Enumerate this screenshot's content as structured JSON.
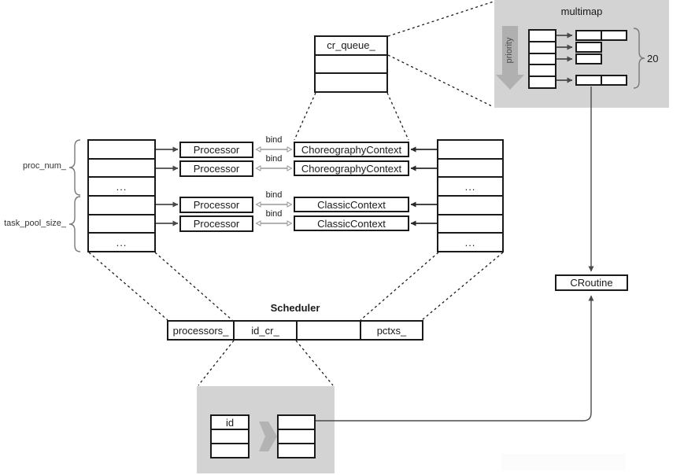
{
  "multimap": {
    "title": "multimap",
    "priority_label": "priority",
    "count_label": "20"
  },
  "cr_queue": {
    "label": "cr_queue_"
  },
  "left_table": {
    "rows": [
      "",
      "",
      "...",
      "",
      "",
      "..."
    ]
  },
  "right_table": {
    "rows": [
      "",
      "",
      "...",
      "",
      "",
      "..."
    ]
  },
  "labels": {
    "proc_num": "proc_num_",
    "task_pool_size": "task_pool_size_"
  },
  "processors": [
    "Processor",
    "Processor",
    "Processor",
    "Processor"
  ],
  "contexts": [
    "ChoreographyContext",
    "ChoreographyContext",
    "ClassicContext",
    "ClassicContext"
  ],
  "bind_labels": [
    "bind",
    "bind",
    "bind",
    "bind"
  ],
  "scheduler": {
    "title": "Scheduler",
    "cells": [
      "processors_",
      "id_cr_",
      "",
      "pctxs_"
    ]
  },
  "croutine": {
    "label": "CRoutine"
  },
  "id_detail": {
    "id_label": "id"
  },
  "colors": {
    "panel": "#d3d3d3",
    "border": "#1a1a1a",
    "arrow_dark": "#4a4a4a",
    "arrow_light": "#999999",
    "priority_arrow": "#b0b0b0"
  }
}
